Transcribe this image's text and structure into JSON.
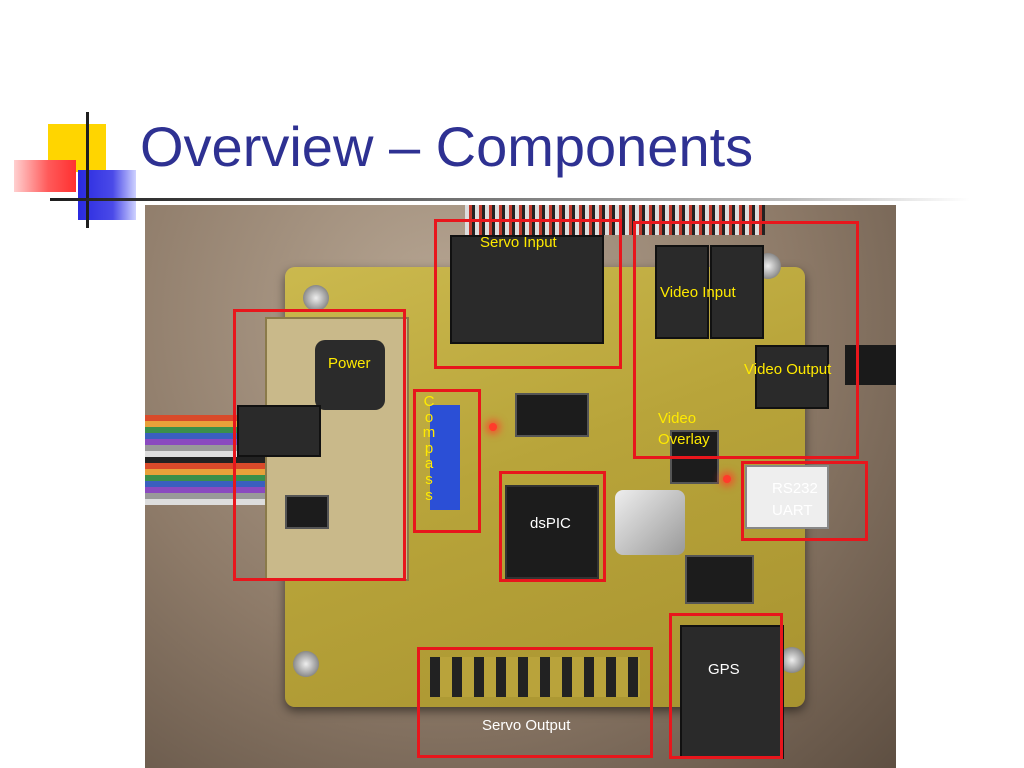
{
  "slide": {
    "title": "Overview – Components"
  },
  "photo": {
    "labels": {
      "servo_input": "Servo Input",
      "video_input": "Video Input",
      "power": "Power",
      "video_output": "Video Output",
      "compass": "Compass",
      "video_overlay_line1": "Video",
      "video_overlay_line2": "Overlay",
      "rs232_line1": "RS232",
      "rs232_line2": "UART",
      "dspic": "dsPIC",
      "gps": "GPS",
      "servo_output": "Servo Output"
    }
  },
  "colors": {
    "title": "#2e3192",
    "box_border": "#e8161c",
    "label_yellow": "#ffea00",
    "label_white": "#ffffff",
    "label_blue": "#1f3df0",
    "deco_yellow": "#ffd500",
    "deco_red": "#ff3030",
    "deco_blue": "#2a2ae0"
  }
}
